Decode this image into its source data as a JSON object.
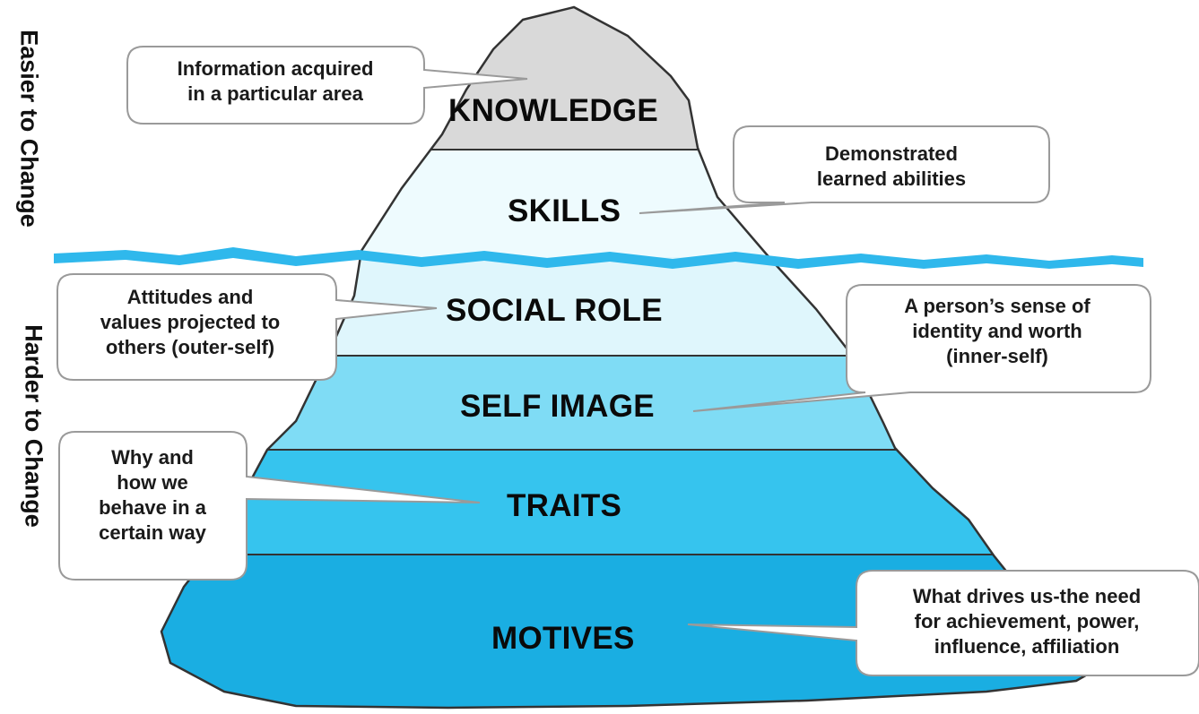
{
  "side_labels": {
    "top": "Easier to Change",
    "bottom": "Harder to Change"
  },
  "layers": {
    "knowledge": "KNOWLEDGE",
    "skills": "SKILLS",
    "social_role": "SOCIAL ROLE",
    "self_image": "SELF IMAGE",
    "traits": "TRAITS",
    "motives": "MOTIVES"
  },
  "notes": {
    "knowledge": "Information acquired\nin a particular area",
    "skills": "Demonstrated\nlearned abilities",
    "social_role": "Attitudes and\nvalues projected to\nothers (outer-self)",
    "self_image": "A person’s sense of\nidentity and worth\n(inner-self)",
    "traits": "Why and\nhow we\nbehave in a\ncertain way",
    "motives": "What drives us-the need\nfor achievement, power,\ninfluence, affiliation"
  },
  "colors": {
    "knowledge_fill": "#d9d9d9",
    "skills_fill": "#eefbfe",
    "social_fill": "#dff6fc",
    "selfimage_fill": "#7fdcf5",
    "traits_fill": "#36c4ee",
    "motives_fill": "#1aaee2",
    "water": "#2fb8ec",
    "outline": "#333333"
  }
}
